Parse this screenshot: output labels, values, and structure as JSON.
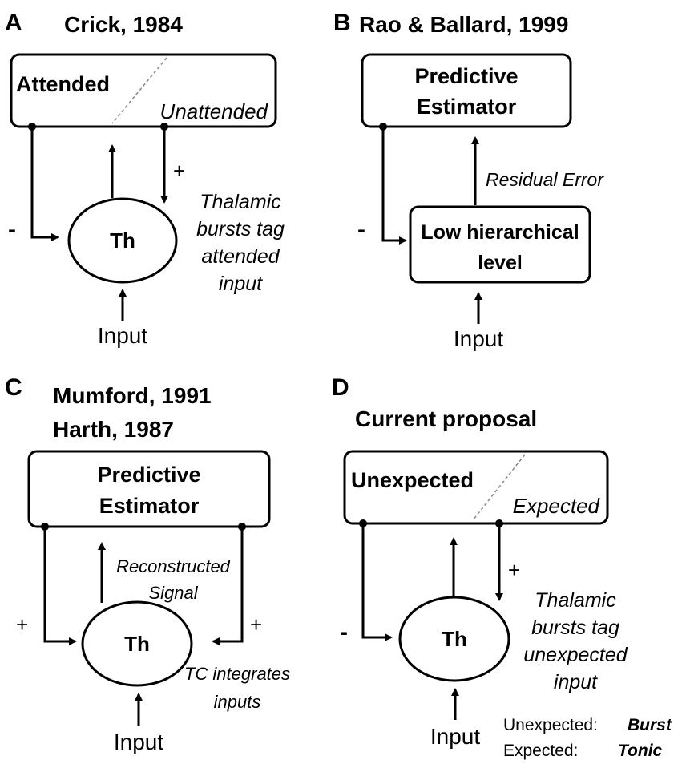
{
  "panels": {
    "a": {
      "letter": "A",
      "title": "Crick, 1984",
      "box_left": "Attended",
      "box_right": "Unattended",
      "center": "Th",
      "minus": "-",
      "plus": "+",
      "side_note": [
        "Thalamic",
        "bursts tag",
        "attended",
        "input"
      ],
      "input": "Input"
    },
    "b": {
      "letter": "B",
      "title": "Rao & Ballard, 1999",
      "top_box": [
        "Predictive",
        "Estimator"
      ],
      "arrow_label": "Residual Error",
      "minus": "-",
      "lower_box": [
        "Low hierarchical",
        "level"
      ],
      "input": "Input"
    },
    "c": {
      "letter": "C",
      "title_lines": [
        "Mumford, 1991",
        "Harth, 1987"
      ],
      "top_box": [
        "Predictive",
        "Estimator"
      ],
      "arrow_label": [
        "Reconstructed",
        "Signal"
      ],
      "left_sign": "+",
      "right_sign": "+",
      "center": "Th",
      "side_note": [
        "TC integrates",
        "inputs"
      ],
      "input": "Input"
    },
    "d": {
      "letter": "D",
      "title": "Current proposal",
      "box_left": "Unexpected",
      "box_right": "Expected",
      "center": "Th",
      "minus": "-",
      "plus": "+",
      "side_note": [
        "Thalamic",
        "bursts tag",
        "unexpected",
        "input"
      ],
      "input": "Input",
      "legend": [
        {
          "label": "Unexpected:",
          "value": "Burst"
        },
        {
          "label": "Expected:",
          "value": "Tonic"
        }
      ]
    }
  }
}
